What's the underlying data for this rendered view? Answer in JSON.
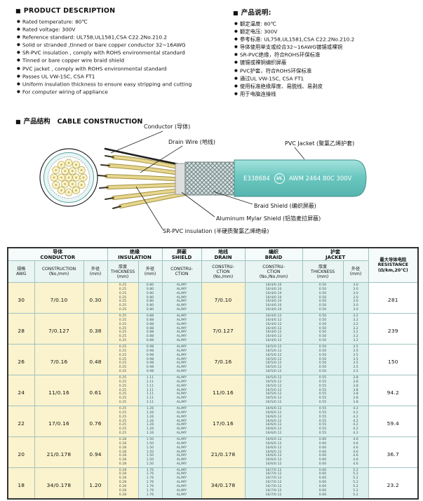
{
  "icons": {
    "square_marker": "■",
    "bullet": "●"
  },
  "left_section": {
    "title": "PRODUCT  DESCRIPTION",
    "items": [
      "Rated temperature: 80℃",
      "Rated voltage: 300V",
      "Reference standard: UL758,UL1581,CSA C22.2No.210.2",
      "Solid or stranded ,tinned or bare copper conductor 32~16AWG",
      "SR-PVC insulation , comply with ROHS environmental standard",
      "Tinned or bare copper wire braid shield",
      "PVC jacket , comply with ROHS environmental standard",
      "Passes UL VW-1SC, CSA FT1",
      "Uniform insulation thickness to ensure easy stripping and cutting",
      "For computer wiring of appliance"
    ]
  },
  "right_section": {
    "title": "产品说明:",
    "items": [
      "额定温度: 80℃",
      "额定电压: 300V",
      "参考标准: UL758,UL1581,CSA C22.2No.210.2",
      "导体使用单支或绞合32~16AWG镀锡或裸铜",
      "SR-PVC绝缘，符合ROHS环保标准",
      "镀锡或裸铜编织屏蔽",
      "PVC护套，符合ROHS环保标准",
      "通过UL VW-1SC, CSA FT1",
      "使用标准绝缘厚度、易脱线、易剥皮",
      "用于电脑连接线"
    ]
  },
  "construction_section": {
    "title_cn": "产品结构",
    "title_en": "CABLE CONSTRUCTION",
    "labels": {
      "conductor": "Conductor (导体)",
      "drain_wire": "Drain Wire (地线)",
      "pvc_jacket": "PVC Jacket (聚氯乙烯护套)",
      "braid_shield": "Braid Shield (编织屏蔽)",
      "aluminum_mylar_shield": "Aluminum Mylar Shield (铝箔麦拉屏蔽)",
      "sr_pvc_insulation": "SR-PVC insulation (半硬质聚氯乙烯绝缘)"
    },
    "cable_print": {
      "cert": "E338684",
      "ul": "UL",
      "spec": "AWM 2464 80C 300V"
    },
    "colors": {
      "jacket": "#6cc8c1",
      "braid": "#d7e0e0",
      "wire": "#e0cf85"
    }
  },
  "table": {
    "groups": [
      "导体\nCONDUCTOR",
      "绝缘\nINSULATION",
      "屏蔽\nSHIELD",
      "地线\nDRAIN",
      "编织\nBRAID",
      "护套\nJACKET"
    ],
    "columns": [
      "规格\nAWG",
      "CONSTRUCTION\n(No./mm)",
      "外径\n(mm)",
      "厚度\nTHICKNESS\n(mm)",
      "外径\n(mm)",
      "CONSTRU-\nCTION",
      "CONSTRU-\nCTION\n(No./mm)",
      "CONSTRU-\nCTION\n(No./No./mm)",
      "厚度\nTHICKNESS\n(mm)",
      "外径\n(mm)"
    ],
    "resistance_header": "最大导体电阻\nRESISTANCE\n(Ω/km,20℃)",
    "stack_lines": 7,
    "rows": [
      {
        "awg": "30",
        "construction": "7/0.10",
        "od": "0.30",
        "ins_thickness": "0.25",
        "ins_od": "0.80",
        "shield": "AL/MY",
        "drain": "7/0.10",
        "braid": "16/4/0.10",
        "jacket_thickness": "0.50",
        "jacket_od": "3.0",
        "resistance": "281"
      },
      {
        "awg": "28",
        "construction": "7/0.127",
        "od": "0.38",
        "ins_thickness": "0.25",
        "ins_od": "0.88",
        "shield": "AL/MY",
        "drain": "7/0.127",
        "braid": "16/4/0.12",
        "jacket_thickness": "0.50",
        "jacket_od": "3.2",
        "resistance": "239"
      },
      {
        "awg": "26",
        "construction": "7/0.16",
        "od": "0.48",
        "ins_thickness": "0.25",
        "ins_od": "0.98",
        "shield": "AL/MY",
        "drain": "7/0.16",
        "braid": "16/5/0.12",
        "jacket_thickness": "0.50",
        "jacket_od": "3.5",
        "resistance": "150"
      },
      {
        "awg": "24",
        "construction": "11/0.16",
        "od": "0.61",
        "ins_thickness": "0.25",
        "ins_od": "1.11",
        "shield": "AL/MY",
        "drain": "11/0.16",
        "braid": "16/5/0.12",
        "jacket_thickness": "0.55",
        "jacket_od": "3.8",
        "resistance": "94.2"
      },
      {
        "awg": "22",
        "construction": "17/0.16",
        "od": "0.76",
        "ins_thickness": "0.25",
        "ins_od": "1.26",
        "shield": "AL/MY",
        "drain": "17/0.16",
        "braid": "16/6/0.12",
        "jacket_thickness": "0.55",
        "jacket_od": "4.2",
        "resistance": "59.4"
      },
      {
        "awg": "20",
        "construction": "21/0.178",
        "od": "0.94",
        "ins_thickness": "0.28",
        "ins_od": "1.50",
        "shield": "AL/MY",
        "drain": "21/0.178",
        "braid": "16/6/0.12",
        "jacket_thickness": "0.60",
        "jacket_od": "4.6",
        "resistance": "36.7"
      },
      {
        "awg": "18",
        "construction": "34/0.178",
        "od": "1.20",
        "ins_thickness": "0.28",
        "ins_od": "1.76",
        "shield": "AL/MY",
        "drain": "34/0.178",
        "braid": "16/7/0.12",
        "jacket_thickness": "0.60",
        "jacket_od": "5.2",
        "resistance": "23.2"
      }
    ]
  }
}
